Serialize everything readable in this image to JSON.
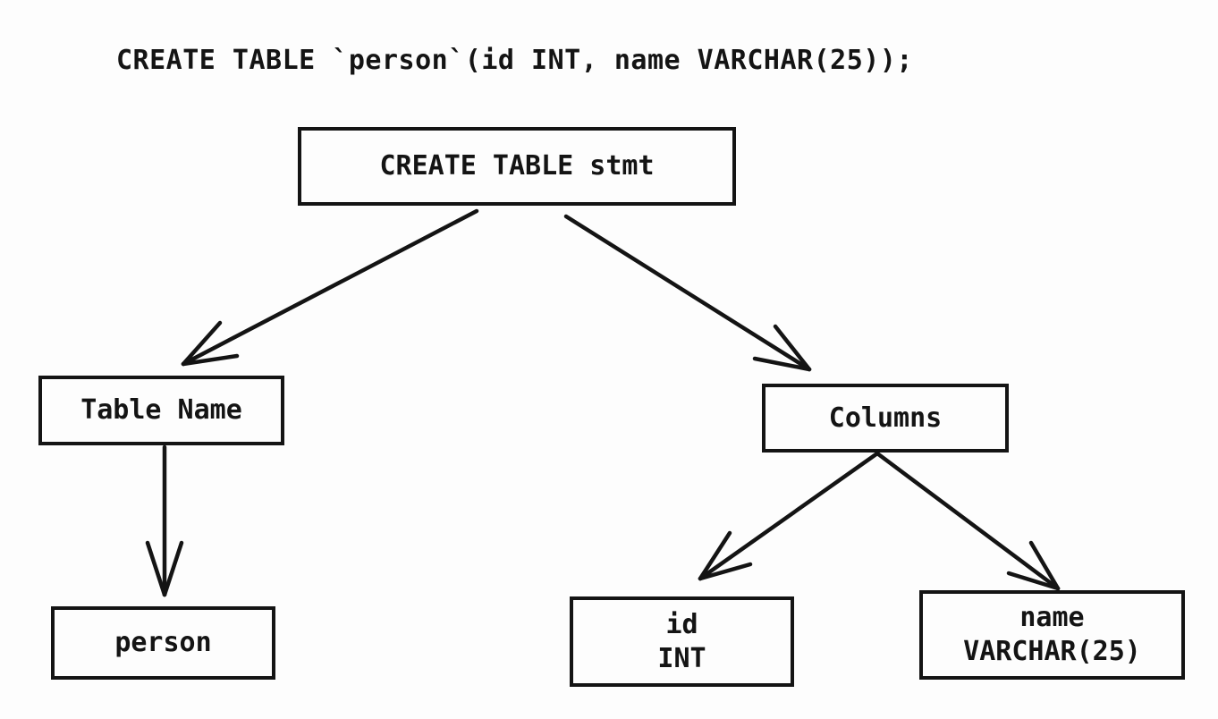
{
  "colors": {
    "background": "#fdfdfd",
    "line": "#141414",
    "text": "#141414"
  },
  "header": {
    "sql_statement": "CREATE TABLE `person`(id INT, name VARCHAR(25));"
  },
  "diagram": {
    "type": "parse-tree",
    "nodes": {
      "stmt": {
        "label": "CREATE TABLE stmt"
      },
      "table_name": {
        "label": "Table Name"
      },
      "columns": {
        "label": "Columns"
      },
      "person": {
        "label": "person"
      },
      "col_id": {
        "name": "id",
        "type": "INT"
      },
      "col_name": {
        "name": "name",
        "type": "VARCHAR(25)"
      }
    },
    "edges": [
      {
        "from": "stmt",
        "to": "table_name"
      },
      {
        "from": "stmt",
        "to": "columns"
      },
      {
        "from": "table_name",
        "to": "person"
      },
      {
        "from": "columns",
        "to": "col_id"
      },
      {
        "from": "columns",
        "to": "col_name"
      }
    ]
  }
}
